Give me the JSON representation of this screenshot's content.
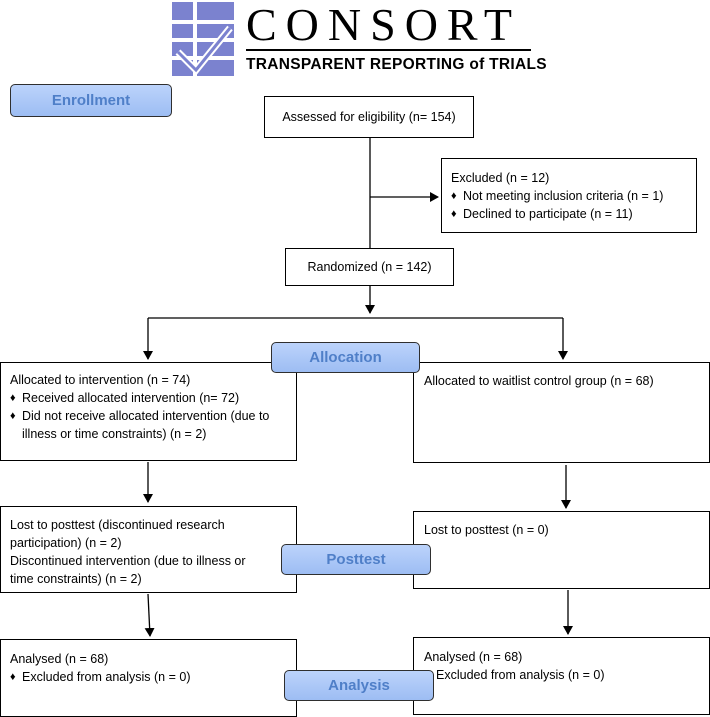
{
  "logo": {
    "word": "CONSORT",
    "tagline": "TRANSPARENT REPORTING of TRIALS"
  },
  "stages": {
    "enrollment": "Enrollment",
    "allocation": "Allocation",
    "posttest": "Posttest",
    "analysis": "Analysis"
  },
  "assessed": "Assessed for eligibility (n= 154)",
  "excluded": {
    "title": "Excluded  (n = 12)",
    "items": [
      "Not meeting inclusion criteria (n = 1)",
      "Declined to participate (n = 11)"
    ]
  },
  "randomized": "Randomized (n = 142)",
  "intervention": {
    "title": "Allocated to intervention (n = 74)",
    "items": [
      "Received allocated intervention (n= 72)",
      "Did not receive allocated intervention (due to illness or time constraints) (n = 2)"
    ]
  },
  "control": {
    "title": "Allocated to waitlist control group (n = 68)"
  },
  "lost_left": {
    "line1": "Lost to posttest (discontinued research",
    "line2": "participation) (n = 2)",
    "line3": "Discontinued intervention (due to illness or",
    "line4": "time constraints) (n = 2)"
  },
  "lost_right": "Lost to posttest (n = 0)",
  "analysed_left": {
    "title": "Analysed  (n = 68)",
    "item": "Excluded from analysis (n = 0)"
  },
  "analysed_right": {
    "title": "Analysed  (n = 68)",
    "item": "Excluded from analysis (n = 0)"
  },
  "colors": {
    "logo_blue": "#7b82cf",
    "stage_fill": "#a9c6f6",
    "stage_text": "#4f7fc8"
  }
}
